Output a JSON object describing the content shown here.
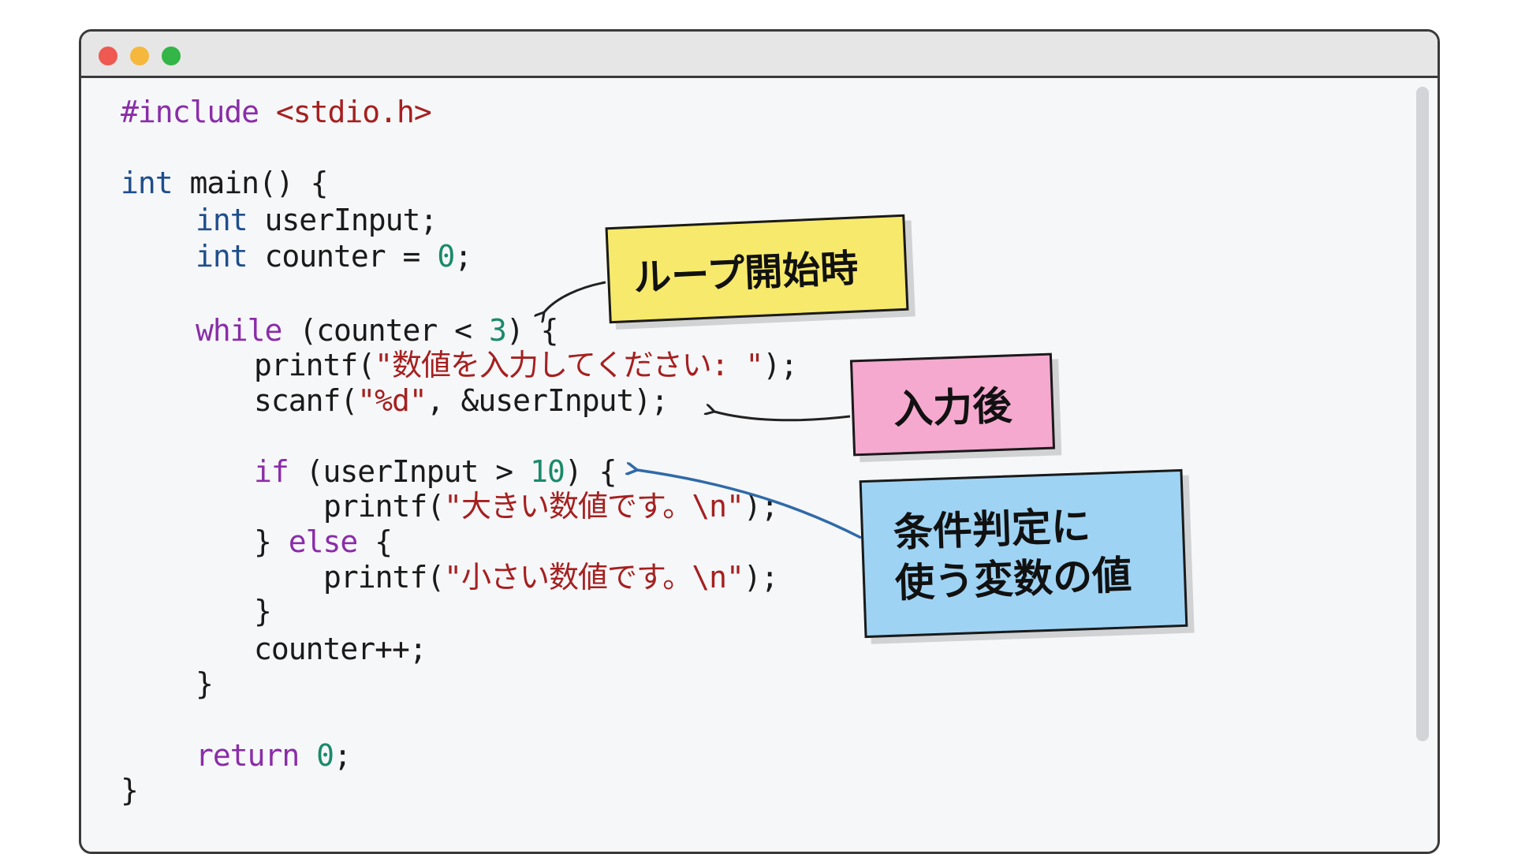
{
  "window": {
    "controls": [
      {
        "name": "close",
        "color": "#ee5a52"
      },
      {
        "name": "minimize",
        "color": "#f5b83d"
      },
      {
        "name": "maximize",
        "color": "#33b548"
      }
    ]
  },
  "code": {
    "lines": [
      {
        "indent": 0,
        "tokens": [
          {
            "t": "pp",
            "v": "#include "
          },
          {
            "t": "str",
            "v": "<stdio.h>"
          }
        ]
      },
      {
        "indent": 0,
        "tokens": [
          {
            "t": "kw",
            "v": "int"
          },
          {
            "t": "plain",
            "v": " main() {"
          }
        ]
      },
      {
        "indent": 1,
        "tokens": [
          {
            "t": "kw",
            "v": "int"
          },
          {
            "t": "plain",
            "v": " userInput;"
          }
        ]
      },
      {
        "indent": 1,
        "tokens": [
          {
            "t": "kw",
            "v": "int"
          },
          {
            "t": "plain",
            "v": " counter = "
          },
          {
            "t": "num",
            "v": "0"
          },
          {
            "t": "plain",
            "v": ";"
          }
        ]
      },
      {
        "indent": 1,
        "tokens": [
          {
            "t": "ctl",
            "v": "while"
          },
          {
            "t": "plain",
            "v": " (counter < "
          },
          {
            "t": "num",
            "v": "3"
          },
          {
            "t": "plain",
            "v": ") {"
          }
        ]
      },
      {
        "indent": 2,
        "tokens": [
          {
            "t": "plain",
            "v": "printf("
          },
          {
            "t": "str",
            "v": "\"数値を入力してください: \""
          },
          {
            "t": "plain",
            "v": ");"
          }
        ]
      },
      {
        "indent": 2,
        "tokens": [
          {
            "t": "plain",
            "v": "scanf("
          },
          {
            "t": "str",
            "v": "\"%d\""
          },
          {
            "t": "plain",
            "v": ", &userInput);"
          }
        ]
      },
      {
        "indent": 2,
        "tokens": [
          {
            "t": "ctl",
            "v": "if"
          },
          {
            "t": "plain",
            "v": " (userInput > "
          },
          {
            "t": "num",
            "v": "10"
          },
          {
            "t": "plain",
            "v": ") {"
          }
        ]
      },
      {
        "indent": 3,
        "tokens": [
          {
            "t": "plain",
            "v": "printf("
          },
          {
            "t": "str",
            "v": "\"大きい数値です。\\n\""
          },
          {
            "t": "plain",
            "v": ");"
          }
        ]
      },
      {
        "indent": 2,
        "tokens": [
          {
            "t": "plain",
            "v": "} "
          },
          {
            "t": "ctl",
            "v": "else"
          },
          {
            "t": "plain",
            "v": " {"
          }
        ]
      },
      {
        "indent": 3,
        "tokens": [
          {
            "t": "plain",
            "v": "printf("
          },
          {
            "t": "str",
            "v": "\"小さい数値です。\\n\""
          },
          {
            "t": "plain",
            "v": ");"
          }
        ]
      },
      {
        "indent": 2,
        "tokens": [
          {
            "t": "plain",
            "v": "}"
          }
        ]
      },
      {
        "indent": 2,
        "tokens": [
          {
            "t": "plain",
            "v": "counter++;"
          }
        ]
      },
      {
        "indent": 1,
        "tokens": [
          {
            "t": "plain",
            "v": "}"
          }
        ]
      },
      {
        "indent": 1,
        "tokens": [
          {
            "t": "ctl",
            "v": "return"
          },
          {
            "t": "plain",
            "v": " "
          },
          {
            "t": "num",
            "v": "0"
          },
          {
            "t": "plain",
            "v": ";"
          }
        ]
      },
      {
        "indent": 0,
        "tokens": [
          {
            "t": "plain",
            "v": "}"
          }
        ]
      }
    ]
  },
  "notes": {
    "loop_start": {
      "text": "ループ開始時",
      "color": "#f7e96b"
    },
    "after_input": {
      "text": "入力後",
      "color": "#f5a9cf"
    },
    "condition": {
      "line1": "条件判定に",
      "line2": "使う変数の値",
      "color": "#9fd3f3"
    }
  }
}
